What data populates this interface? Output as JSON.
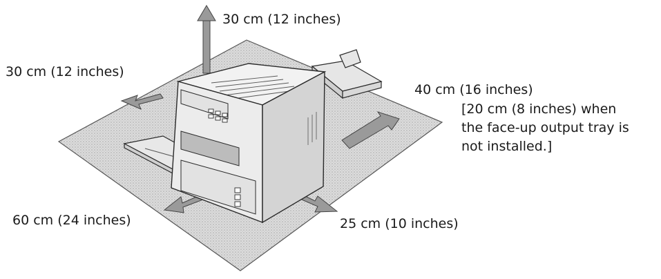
{
  "clearances": {
    "top": "30 cm (12 inches)",
    "left": "30 cm (12 inches)",
    "right": "40 cm (16 inches)",
    "right_note_lines": [
      "[20 cm (8 inches) when",
      "the face-up output tray is",
      "not installed.]"
    ],
    "front_left": "60 cm (24 inches)",
    "front_right": "25 cm (10 inches)"
  },
  "colors": {
    "floor": "#c9c9c9",
    "arrow": "#9a9a9a",
    "outline": "#2a2a2a",
    "printer_body": "#ededed",
    "printer_shade": "#cfcfcf"
  }
}
